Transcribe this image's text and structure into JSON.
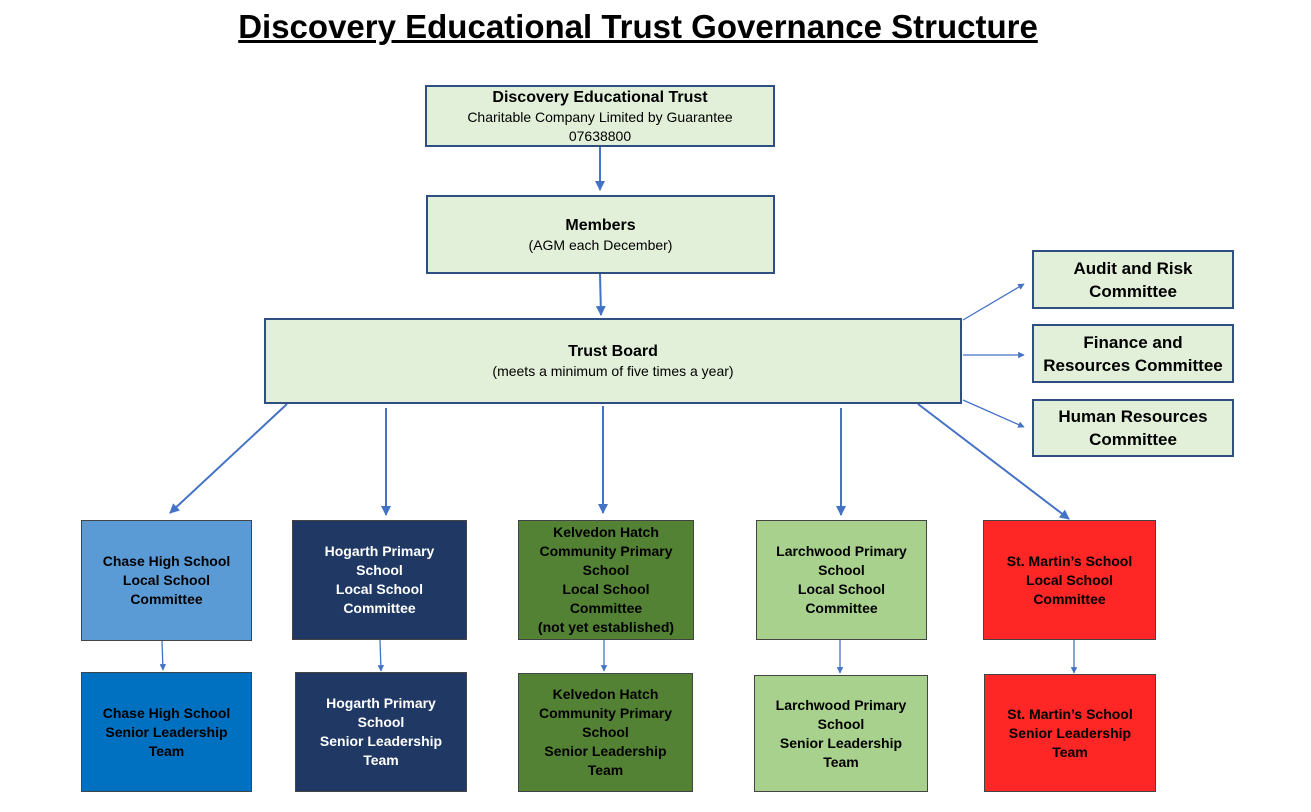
{
  "title": "Discovery Educational Trust Governance Structure",
  "trust": {
    "name": "Discovery Educational Trust",
    "type": "Charitable Company Limited by Guarantee",
    "number": "07638800"
  },
  "members": {
    "name": "Members",
    "note": "(AGM each December)"
  },
  "board": {
    "name": "Trust Board",
    "note": "(meets a minimum of five times a year)"
  },
  "committees": [
    {
      "line1": "Audit and Risk",
      "line2": "Committee"
    },
    {
      "line1": "Finance and",
      "line2": "Resources Committee"
    },
    {
      "line1": "Human Resources",
      "line2": "Committee"
    }
  ],
  "schools": [
    {
      "committee": "Chase High School\nLocal School\nCommittee",
      "slt": "Chase High School\nSenior Leadership\nTeam",
      "committee_color": "#5b9bd5",
      "slt_color": "#0070c0",
      "text_color": "#000000"
    },
    {
      "committee": "Hogarth Primary\nSchool\nLocal School\nCommittee",
      "slt": "Hogarth Primary\nSchool\nSenior Leadership\nTeam",
      "committee_color": "#203864",
      "slt_color": "#203864",
      "text_color": "#ffffff"
    },
    {
      "committee": "Kelvedon Hatch\nCommunity Primary\nSchool\nLocal School\nCommittee\n(not yet established)",
      "slt": "Kelvedon Hatch\nCommunity Primary\nSchool\nSenior Leadership\nTeam",
      "committee_color": "#548235",
      "slt_color": "#548235",
      "text_color": "#000000"
    },
    {
      "committee": "Larchwood Primary\nSchool\nLocal School\nCommittee",
      "slt": "Larchwood Primary\nSchool\nSenior Leadership\nTeam",
      "committee_color": "#a9d18e",
      "slt_color": "#a9d18e",
      "text_color": "#000000"
    },
    {
      "committee": "St. Martin’s School\nLocal School\nCommittee",
      "slt": "St. Martin’s School\nSenior Leadership\nTeam",
      "committee_color": "#ff2626",
      "slt_color": "#ff2626",
      "text_color": "#000000"
    }
  ],
  "colors": {
    "box_border": "#2f4f82",
    "light_green": "#e2efd9",
    "arrow": "#4472c4"
  }
}
